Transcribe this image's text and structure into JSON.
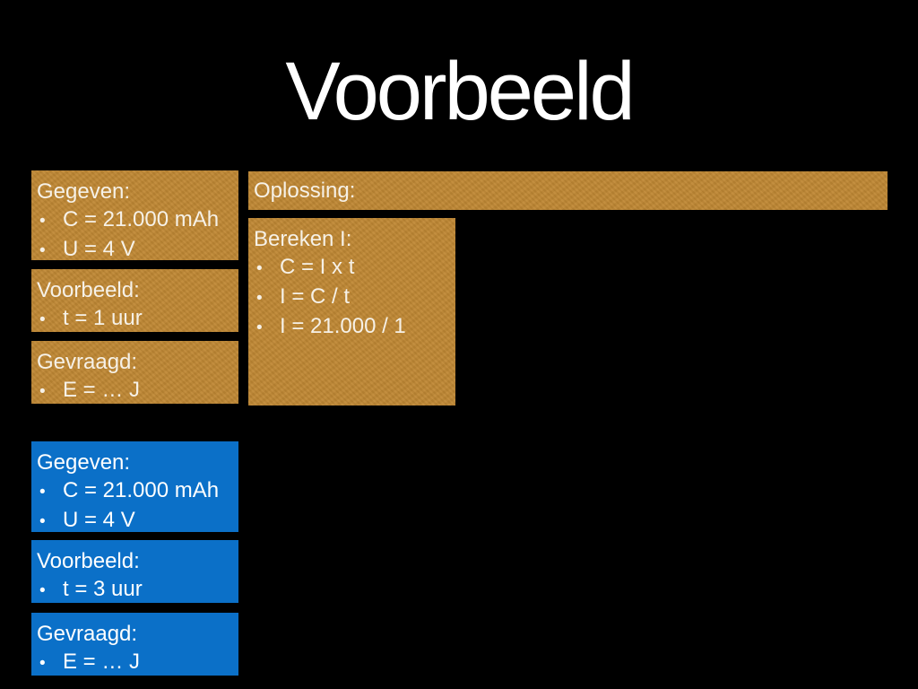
{
  "slide": {
    "title": "Voorbeeld"
  },
  "colors": {
    "background": "#000000",
    "orange_box": "#c08834",
    "blue_box": "#0b70c8",
    "title_text": "#ffffff",
    "box_text_orange": "#f6f1e7",
    "box_text_blue": "#ffffff"
  },
  "ex1": {
    "gegeven": {
      "title": "Gegeven:",
      "lines": [
        {
          "bullet": "•",
          "text": "C = 21.000 mAh"
        },
        {
          "bullet": "•",
          "text": "U = 4 V"
        }
      ]
    },
    "voorbeeld": {
      "title": "Voorbeeld:",
      "lines": [
        {
          "bullet": "•",
          "text": "t = 1 uur"
        }
      ]
    },
    "gevraagd": {
      "title": "Gevraagd:",
      "lines": [
        {
          "bullet": "•",
          "text": "E = … J"
        }
      ]
    }
  },
  "oplossing": {
    "title": "Oplossing:"
  },
  "bereken": {
    "title": "Bereken I:",
    "lines": [
      {
        "bullet": "•",
        "text": "C = I x t"
      },
      {
        "bullet": "•",
        "text": "I = C / t"
      },
      {
        "bullet": "•",
        "text": "I = 21.000 / 1"
      }
    ]
  },
  "ex2": {
    "gegeven": {
      "title": "Gegeven:",
      "lines": [
        {
          "bullet": "•",
          "text": "C = 21.000 mAh"
        },
        {
          "bullet": "•",
          "text": "U = 4 V"
        }
      ]
    },
    "voorbeeld": {
      "title": "Voorbeeld:",
      "lines": [
        {
          "bullet": "•",
          "text": "t = 3 uur"
        }
      ]
    },
    "gevraagd": {
      "title": "Gevraagd:",
      "lines": [
        {
          "bullet": "•",
          "text": "E = … J"
        }
      ]
    }
  }
}
